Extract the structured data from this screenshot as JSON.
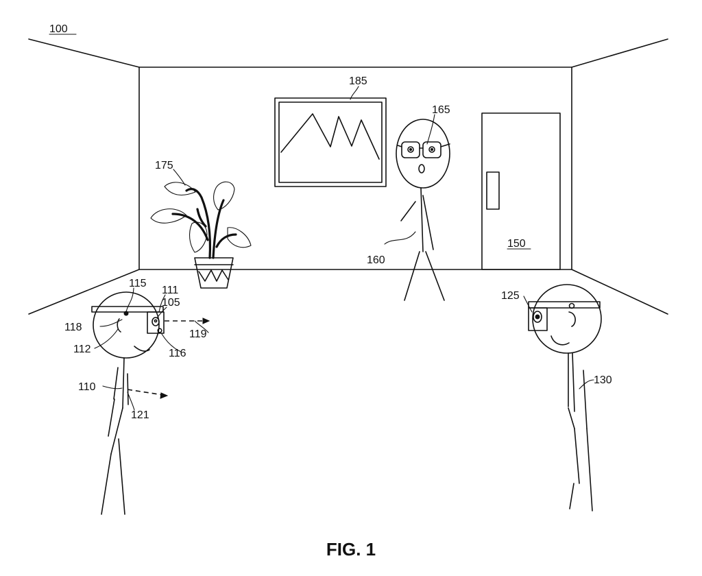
{
  "figure": {
    "caption": "FIG. 1",
    "labels": {
      "scene": "100",
      "device": "105",
      "user": "110",
      "frame_sensor": "111",
      "eye": "112",
      "head_sensor": "115",
      "speaker": "116",
      "ear": "118",
      "gaze_direction": "119",
      "body_direction": "121",
      "other_device": "125",
      "other_user": "130",
      "door": "150",
      "person": "160",
      "glasses": "165",
      "plant": "175",
      "picture": "185"
    }
  }
}
